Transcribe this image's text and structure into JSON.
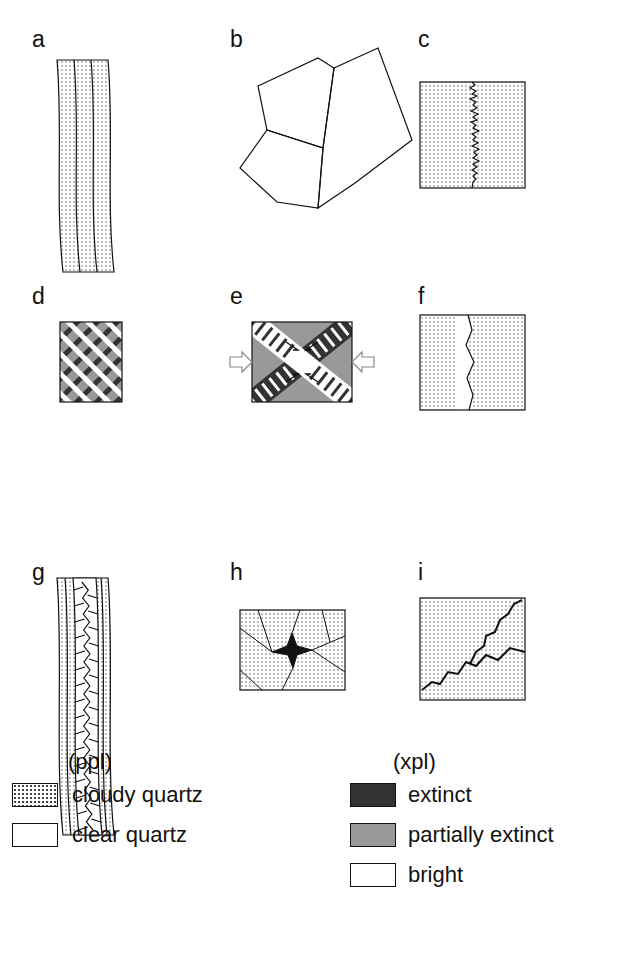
{
  "diagram": {
    "labels": [
      "a",
      "b",
      "c",
      "d",
      "e",
      "f",
      "g",
      "h",
      "i",
      "(ppl)",
      "(xpl)"
    ],
    "legend": [
      {
        "text": "cloudy quartz"
      },
      {
        "text": "clear quartz",
        "color": "#ffffff"
      },
      {
        "text": "extinct",
        "color": "#333333"
      },
      {
        "text": "partially extinct",
        "color": "#999999"
      },
      {
        "text": "bright",
        "color": "#ffffff"
      }
    ]
  }
}
